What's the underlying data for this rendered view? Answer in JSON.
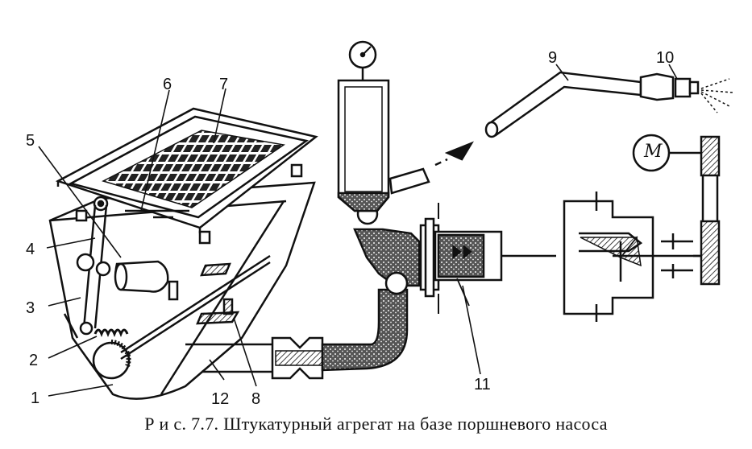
{
  "labels": {
    "n1": "1",
    "n2": "2",
    "n3": "3",
    "n4": "4",
    "n5": "5",
    "n6": "6",
    "n7": "7",
    "n8": "8",
    "n9": "9",
    "n10": "10",
    "n11": "11",
    "n12": "12"
  },
  "motor_label": "M",
  "caption": "Р и с. 7.7. Штукатурный агрегат на базе поршневого насоса"
}
